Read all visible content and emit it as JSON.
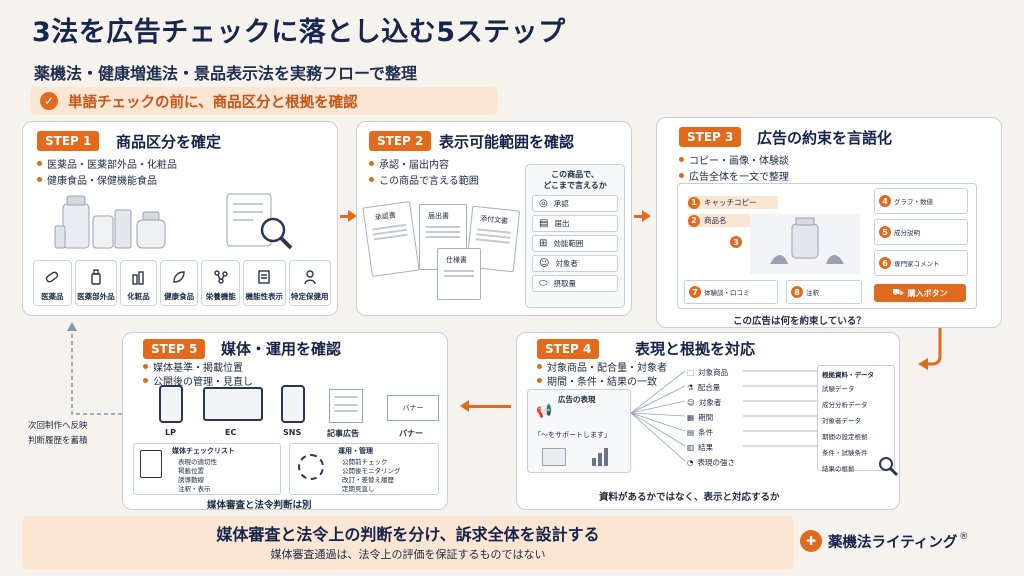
{
  "header": {
    "title": "3法を広告チェックに落とし込む5ステップ",
    "subtitle": "薬機法・健康増進法・景品表示法を実務フローで整理",
    "banner": "単語チェックの前に、商品区分と根拠を確認"
  },
  "step1": {
    "badge": "STEP 1",
    "title": "商品区分を確定",
    "bullets": [
      "医薬品・医薬部外品・化粧品",
      "健康食品・保健機能食品"
    ],
    "icons": [
      "医薬品",
      "医薬部外品",
      "化粧品",
      "健康食品",
      "栄養機能",
      "機能性表示",
      "特定保健用"
    ]
  },
  "step2": {
    "badge": "STEP 2",
    "title": "表示可能範囲を確認",
    "bullets": [
      "承認・届出内容",
      "この商品で言える範囲"
    ],
    "docs": [
      "承認書",
      "届出書",
      "添付文書",
      "仕様書"
    ],
    "question": [
      "この商品で、",
      "どこまで言えるか"
    ],
    "items": [
      "承認",
      "届出",
      "効能範囲",
      "対象者",
      "摂取量"
    ]
  },
  "step3": {
    "badge": "STEP 3",
    "title": "広告の約束を言語化",
    "bullets": [
      "コピー・画像・体験談",
      "広告全体を一文で整理"
    ],
    "elements": [
      {
        "n": "1",
        "label": "キャッチコピー"
      },
      {
        "n": "2",
        "label": "商品名"
      },
      {
        "n": "3",
        "label": ""
      },
      {
        "n": "4",
        "label": "グラフ・数値"
      },
      {
        "n": "5",
        "label": "成分説明"
      },
      {
        "n": "6",
        "label": "専門家コメント"
      },
      {
        "n": "7",
        "label": "体験談・口コミ"
      },
      {
        "n": "8",
        "label": "注釈"
      }
    ],
    "buy_button": "購入ボタン",
    "caption": "この広告は何を約束している？"
  },
  "step4": {
    "badge": "STEP 4",
    "title": "表現と根拠を対応",
    "bullets": [
      "対象商品・配合量・対象者",
      "期間・条件・結果の一致"
    ],
    "ad_label": "広告の表現",
    "ad_quote": "「〜をサポートします」",
    "middle": [
      "対象商品",
      "配合量",
      "対象者",
      "期間",
      "条件",
      "結果",
      "表現の強さ"
    ],
    "right_title": "根拠資料・データ",
    "right": [
      "試験データ",
      "成分分析データ",
      "対象者データ",
      "期間の設定根拠",
      "条件・試験条件",
      "結果の根拠"
    ],
    "caption": "資料があるかではなく、表示と対応するか"
  },
  "step5": {
    "badge": "STEP 5",
    "title": "媒体・運用を確認",
    "bullets": [
      "媒体基準・掲載位置",
      "公開後の管理・見直し"
    ],
    "media": [
      "LP",
      "EC",
      "SNS",
      "記事広告",
      "バナー"
    ],
    "banner_word": "バナー",
    "checklist_title": "媒体チェックリスト",
    "checklist": [
      "表現の適切性",
      "掲載位置",
      "誘導動線",
      "注釈・表示"
    ],
    "ops_title": "運用・管理",
    "ops": [
      "公開前チェック",
      "公開後モニタリング",
      "改訂・差替え履歴",
      "定期見直し"
    ],
    "caption": "媒体審査と法令判断は別"
  },
  "side_note": [
    "次回制作へ反映",
    "判断履歴を蓄積"
  ],
  "footer": {
    "main": "媒体審査と法令上の判断を分け、訴求全体を設計する",
    "sub": "媒体審査通過は、法令上の評価を保証するものではない"
  },
  "logo": {
    "text": "薬機法ライティング",
    "mark": "®"
  },
  "colors": {
    "accent": "#e06a1f",
    "navy": "#15234a",
    "cream": "#fbe6d4"
  }
}
